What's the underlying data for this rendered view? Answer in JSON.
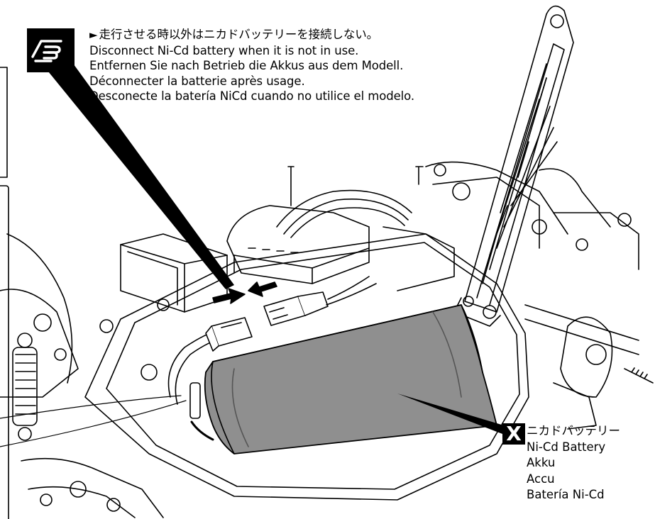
{
  "caution": {
    "icon": "pointing-hand-icon",
    "lines": [
      "走行させる時以外はニカドバッテリーを接続しない。",
      "Disconnect Ni-Cd battery when it is not in use.",
      "Entfernen Sie nach Betrieb die Akkus aus dem Modell.",
      "Déconnecter la batterie après usage.",
      "Desconecte la batería NiCd cuando no utilice el modelo."
    ]
  },
  "part": {
    "id": "X",
    "labels": [
      "ニカドバッテリー",
      "Ni-Cd Battery",
      "Akku",
      "Accu",
      "Batería Ni-Cd"
    ]
  }
}
